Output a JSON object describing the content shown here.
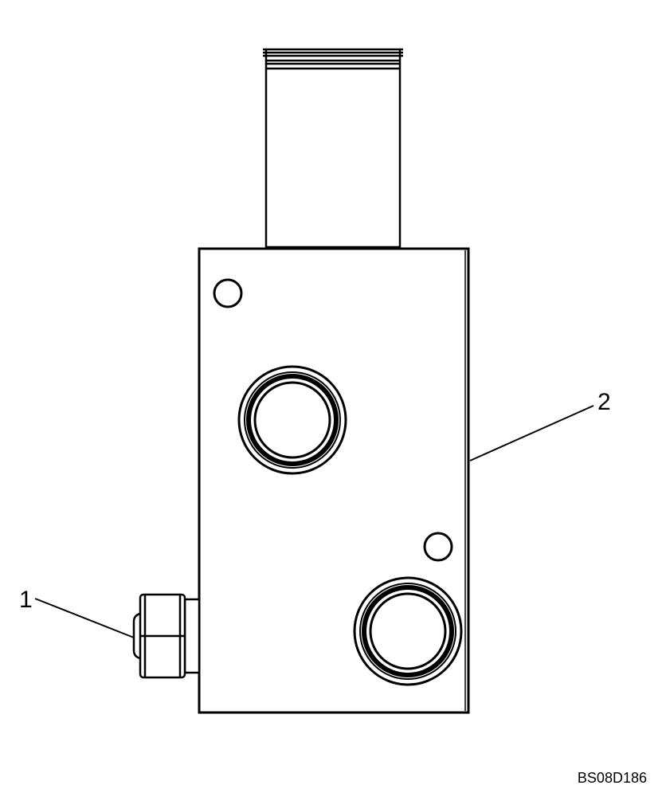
{
  "callouts": [
    {
      "id": "1",
      "label": "1",
      "part": "fitting"
    },
    {
      "id": "2",
      "label": "2",
      "part": "valve-body"
    }
  ],
  "reference_code": "BS08D186",
  "colors": {
    "line": "#000000",
    "background": "#ffffff"
  }
}
